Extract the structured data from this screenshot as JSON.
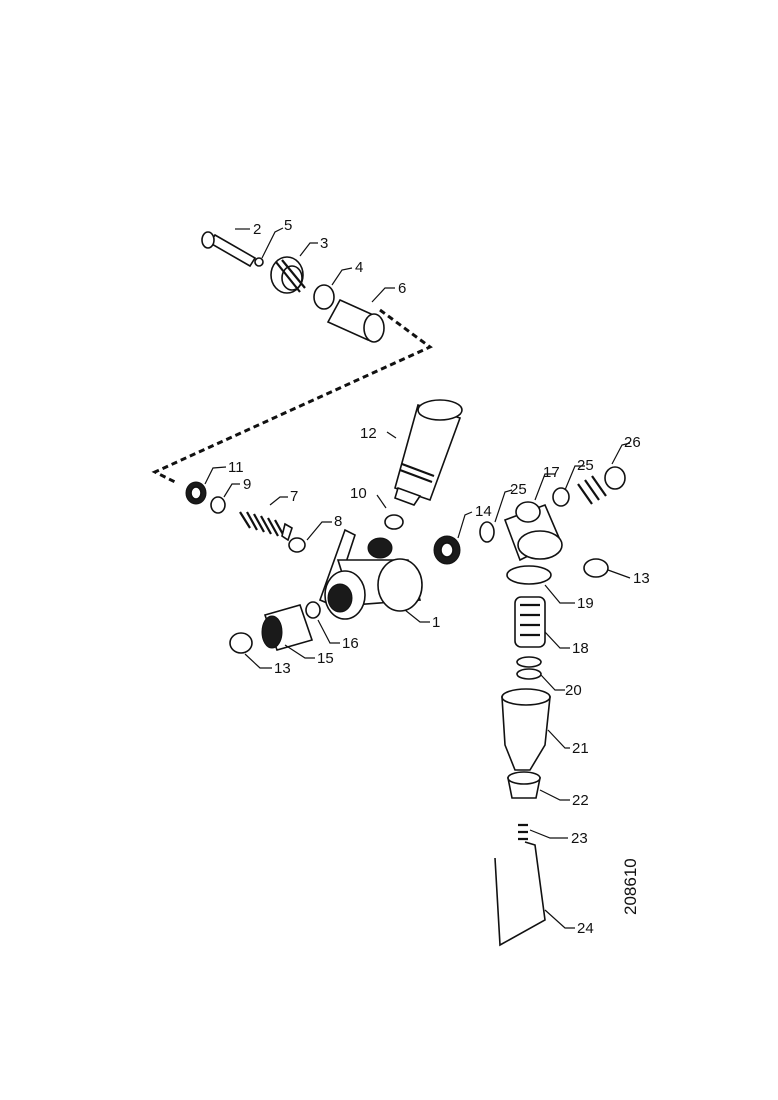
{
  "labels": {
    "p1": "1",
    "p2": "2",
    "p3": "3",
    "p4": "4",
    "p5": "5",
    "p6": "6",
    "p7": "7",
    "p8": "8",
    "p9": "9",
    "p10": "10",
    "p11": "11",
    "p12": "12",
    "p13a": "13",
    "p13b": "13",
    "p14": "14",
    "p15": "15",
    "p16": "16",
    "p17": "17",
    "p18": "18",
    "p19": "19",
    "p20": "20",
    "p21": "21",
    "p22": "22",
    "p23": "23",
    "p24": "24",
    "p25a": "25",
    "p25b": "25",
    "p26": "26"
  },
  "reference": "208610"
}
